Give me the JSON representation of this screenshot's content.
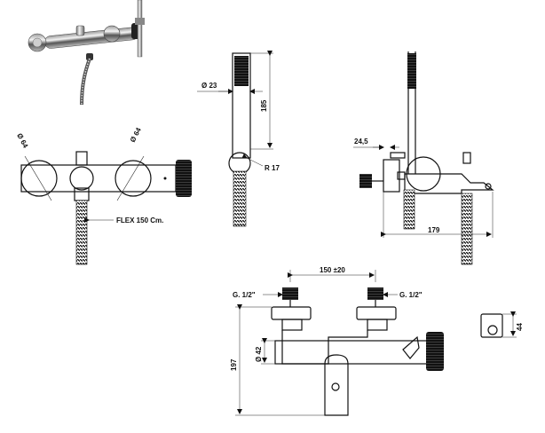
{
  "labels": {
    "front_dia_left": "Ø 64",
    "front_dia_right": "Ø 64",
    "flex_hose": "FLEX 150 Cm.",
    "hand_dia": "Ø 23",
    "hand_len": "185",
    "hand_radius": "R 17",
    "side_offset": "24,5",
    "side_len": "179",
    "inlet_left": "G. 1/2\"",
    "inlet_right": "G. 1/2\"",
    "centers": "150 ±20",
    "body_dia": "Ø 42",
    "total_height": "197",
    "plate_size": "44"
  },
  "colors": {
    "line": "#111111",
    "background": "#ffffff"
  }
}
